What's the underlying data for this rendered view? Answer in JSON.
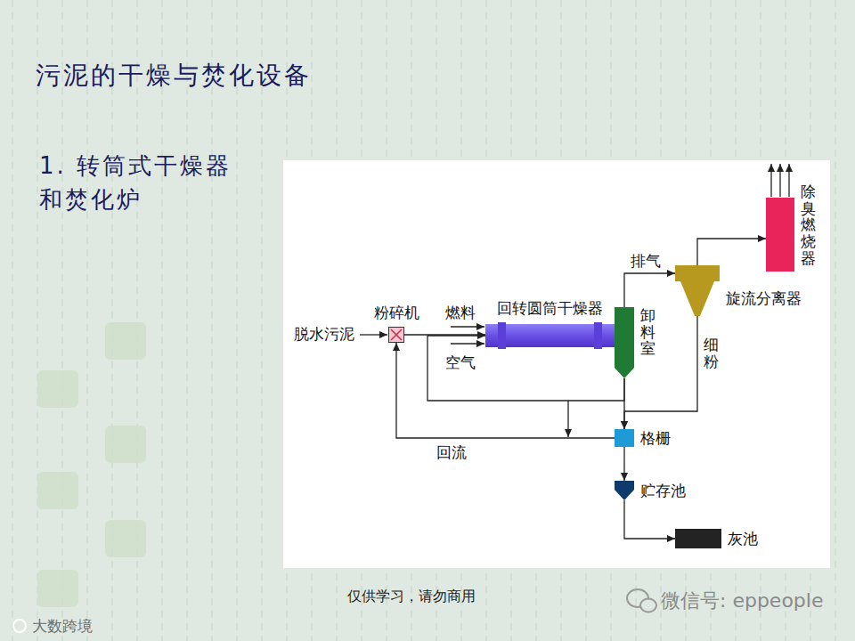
{
  "diagram": {
    "title": "污泥的干燥与焚化设备",
    "nodes": [
      {
        "text": [
          "粉碎机"
        ]
      },
      {
        "text": [
          "回转圆筒干燥器"
        ]
      },
      {
        "text": [
          "卸料室"
        ]
      },
      {
        "text": [
          "旋流分离器"
        ]
      },
      {
        "text": [
          "除臭燃烧器"
        ]
      },
      {
        "text": [
          "格栅"
        ]
      },
      {
        "text": [
          "贮存池"
        ]
      },
      {
        "text": [
          "灰池"
        ]
      }
    ],
    "edges": [
      {
        "from": 0,
        "to": 1,
        "arrow": "to"
      },
      {
        "from": 2,
        "to": 3,
        "label": "排气",
        "arrow": "to"
      },
      {
        "from": 3,
        "to": 4,
        "arrow": "to"
      },
      {
        "from": 3,
        "to": 5,
        "label": "细粉",
        "arrow": "to"
      },
      {
        "from": 2,
        "to": 5,
        "arrow": "to"
      },
      {
        "from": 5,
        "to": 0,
        "label": "回流",
        "arrow": "to"
      },
      {
        "from": 2,
        "to": 1,
        "arrow": "to"
      },
      {
        "from": 5,
        "to": 6,
        "arrow": "to"
      },
      {
        "from": 6,
        "to": 7,
        "arrow": "to"
      }
    ],
    "labels": [
      "1. 转筒式干燥器和焚化炉",
      "脱水污泥",
      "燃料",
      "空气",
      "仅供学习，请勿商用",
      "微信号: eppeople",
      "大数跨境"
    ]
  }
}
